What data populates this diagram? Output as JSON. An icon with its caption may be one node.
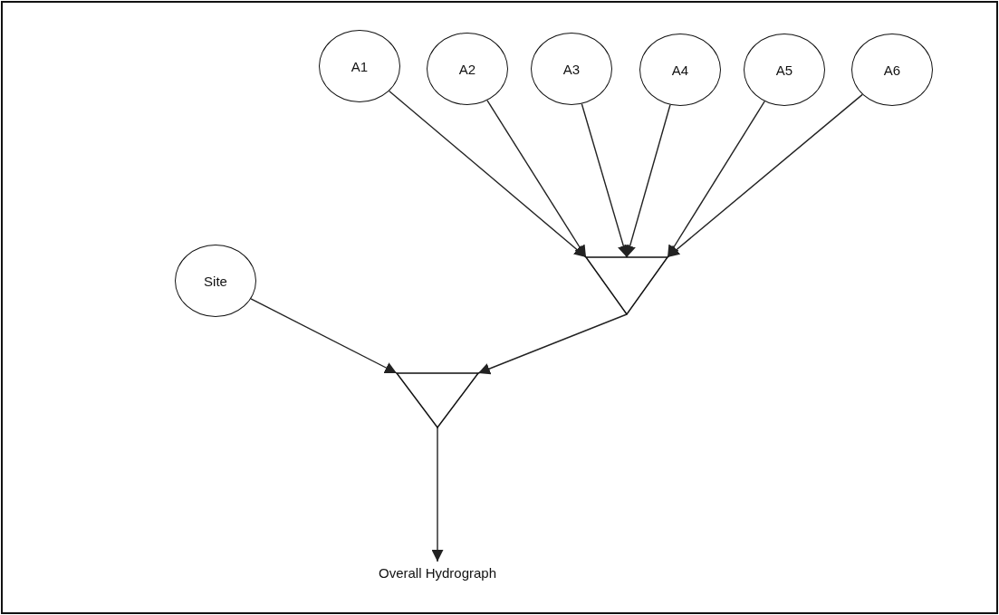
{
  "diagram": {
    "nodes": [
      {
        "text": [
          "A1"
        ]
      },
      {
        "text": [
          "A2"
        ]
      },
      {
        "text": [
          "A3"
        ]
      },
      {
        "text": [
          "A4"
        ]
      },
      {
        "text": [
          "A5"
        ]
      },
      {
        "text": [
          "A6"
        ]
      },
      {
        "text": [],
        "shape": "triangle"
      },
      {
        "text": [
          "Site"
        ]
      },
      {
        "text": [],
        "shape": "triangle"
      },
      {
        "text": [
          "Overall Hydrograph"
        ]
      }
    ],
    "edges": [
      {
        "from": 0,
        "to": 6,
        "arrow": "to"
      },
      {
        "from": 1,
        "to": 6,
        "arrow": "to"
      },
      {
        "from": 2,
        "to": 6,
        "arrow": "to"
      },
      {
        "from": 3,
        "to": 6,
        "arrow": "to"
      },
      {
        "from": 4,
        "to": 6,
        "arrow": "to"
      },
      {
        "from": 5,
        "to": 6,
        "arrow": "to"
      },
      {
        "from": 6,
        "to": 8,
        "arrow": "to"
      },
      {
        "from": 7,
        "to": 8,
        "arrow": "to"
      },
      {
        "from": 8,
        "to": 9,
        "arrow": "to"
      }
    ]
  }
}
